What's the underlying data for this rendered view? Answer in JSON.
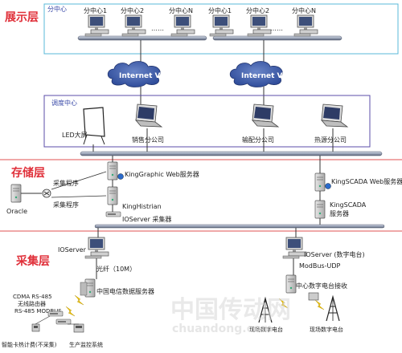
{
  "layers": {
    "display": "展示层",
    "storage": "存储层",
    "collect": "采集层"
  },
  "branch": {
    "title": "分中心",
    "groupA": [
      "分中心1",
      "分中心2",
      "分中心N"
    ],
    "groupB": [
      "分中心1",
      "分中心2",
      "分中心N"
    ],
    "ellipsis": "……"
  },
  "vpn": {
    "left": "Internet VPN",
    "right": "Internet VPN"
  },
  "dispatch": {
    "title": "调度中心",
    "led": "LED大屏",
    "sales": "销售分公司",
    "transmit": "输配分公司",
    "heat": "热源分公司"
  },
  "storage": {
    "oracle": "Oracle",
    "collect_prog1": "采集程序",
    "collect_prog2": "采集程序",
    "kg_web": "KingGraphic Web服务器",
    "kg_hist": "KingHistrian",
    "ioserver_collect": "IOServer 采集器",
    "scada_web": "KingSCADA Web服务器",
    "scada_server_1": "KingSCADA",
    "scada_server_2": "服务器"
  },
  "collect": {
    "ioserver": "IOServer",
    "fiber": "光纤（10M）",
    "telecom_server": "中国电信数据服务器",
    "cdma_1": "CDMA RS-485",
    "cdma_2": "无线路由器",
    "cdma_3": "RS-485 MODBUS",
    "smart_card": "智能卡热计费(不采集)",
    "monitor": "生产监控系统",
    "io_digital": "IOServer (数字电台)",
    "modbus": "ModBus-UDP",
    "center_radio": "中心数字电台接收",
    "site_radio_1": "现场数字电台",
    "site_radio_2": "现场数字电台"
  },
  "watermark": {
    "cn": "中国传动网",
    "en": "chuandong.com"
  }
}
